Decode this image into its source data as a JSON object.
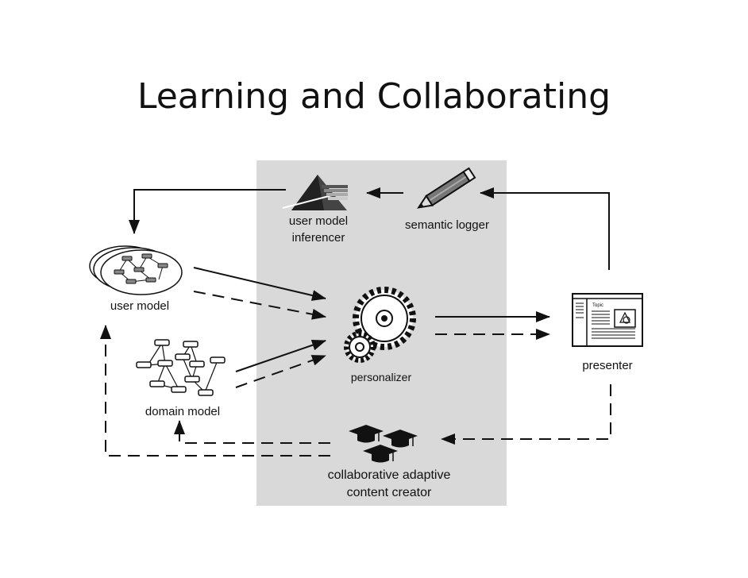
{
  "slide": {
    "title": "Learning and Collaborating"
  },
  "nodes": {
    "user_model_inferencer": "user model\ninferencer",
    "semantic_logger": "semantic logger",
    "user_model": "user model",
    "personalizer": "personalizer",
    "presenter": "presenter",
    "presenter_topic": "Topic",
    "domain_model": "domain model",
    "collaborative_creator": "collaborative adaptive\ncontent creator"
  },
  "colors": {
    "panel": "#d9d9d9",
    "ink": "#111111"
  }
}
